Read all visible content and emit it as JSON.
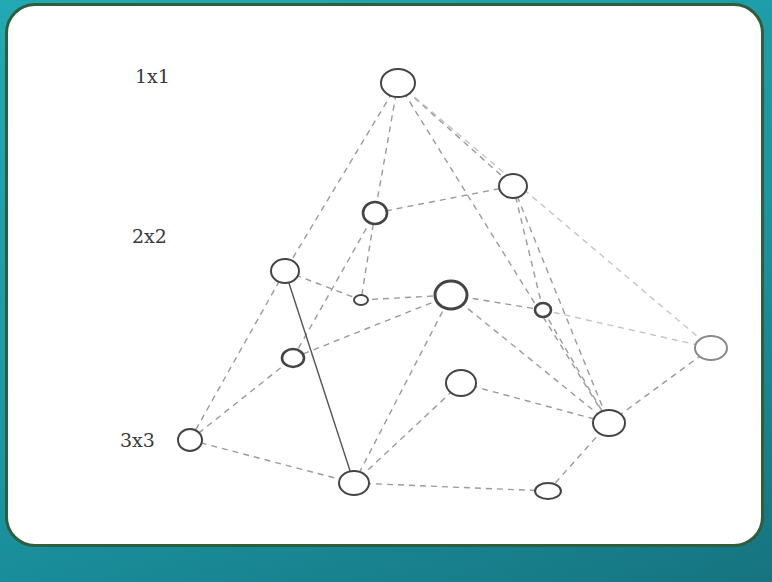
{
  "diagram": {
    "labels": [
      "1x1",
      "2x2",
      "3x3"
    ]
  }
}
